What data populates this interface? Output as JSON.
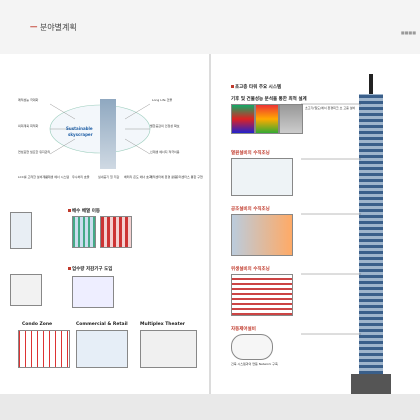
{
  "header": {
    "title": "분야별계획"
  },
  "left": {
    "center_label_1": "Sustainable",
    "center_label_2": "skyscraper",
    "left_items": [
      "쾌적성능 극대화",
      "외피계획 최적화",
      "연성표현 필요한 유지관리"
    ],
    "right_items": [
      "Long Life 건물",
      "별한공감의 인정성 확보",
      "신재생 에너지 적극이용"
    ],
    "bottom_items": [
      "LCC를 고려한 설비계획",
      "신재생 에너 시스템",
      "우수처리 효율",
      "실내공기 질 저감",
      "배터리 온도 에너 효과",
      "쾌적센터에 환경 활용",
      "유리센터스 통합 구현"
    ],
    "sec_drain": "배수 배열 이동",
    "sec_fuel": "업수량 저감기구 도입",
    "zones": [
      "Condo Zone",
      "Commercial & Retail",
      "Multiplex Theater"
    ]
  },
  "right": {
    "title": "초고층 타워 주요 시스템",
    "s1": "기후 및 건물성능 분석을 통한 최적 설계",
    "s1_note": "초고기(밀도)에서 환경피크 초 고층 설비",
    "s2": "열원설비의 수직조닝",
    "s3": "공조설비의 수직조닝",
    "s4": "위생설비의 수직조닝",
    "s5": "자동제어설비",
    "s5_note": "건축 시스템과의 연동 Network 구축"
  }
}
